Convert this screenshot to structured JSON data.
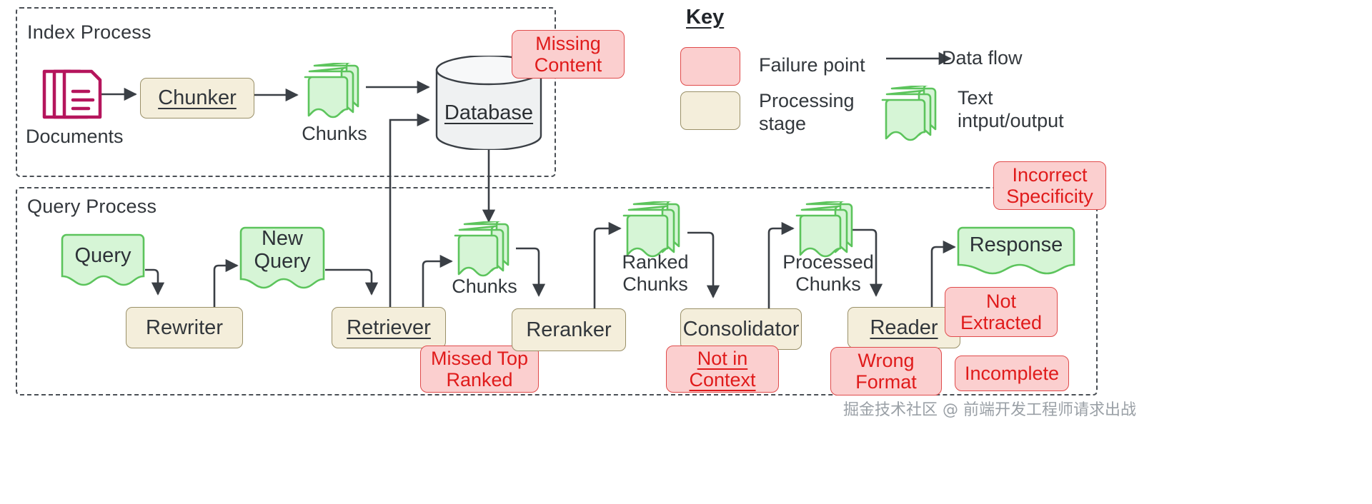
{
  "diagram": {
    "title_hidden": "",
    "groups": [
      {
        "id": "index",
        "label": "Index Process"
      },
      {
        "id": "query",
        "label": "Query Process"
      }
    ],
    "index_process": {
      "documents_label": "Documents",
      "chunker_label": "Chunker",
      "chunks_label": "Chunks",
      "database_label": "Database",
      "missing_content_label": "Missing\nContent"
    },
    "query_process": {
      "query_label": "Query",
      "rewriter_label": "Rewriter",
      "new_query_label": "New\nQuery",
      "retriever_label": "Retriever",
      "chunks_label": "Chunks",
      "reranker_label": "Reranker",
      "ranked_chunks_label": "Ranked\nChunks",
      "consolidator_label": "Consolidator",
      "processed_chunks_label": "Processed\nChunks",
      "reader_label": "Reader",
      "response_label": "Response"
    },
    "failure_points": [
      {
        "id": "missing-content",
        "label": "Missing\nContent"
      },
      {
        "id": "missed-top-ranked",
        "label": "Missed Top\nRanked"
      },
      {
        "id": "not-in-context",
        "label": "Not in\nContext"
      },
      {
        "id": "incorrect-specificity",
        "label": "Incorrect\nSpecificity"
      },
      {
        "id": "not-extracted",
        "label": "Not\nExtracted"
      },
      {
        "id": "wrong-format",
        "label": "Wrong\nFormat"
      },
      {
        "id": "incomplete",
        "label": "Incomplete"
      }
    ],
    "key": {
      "title": "Key",
      "items": [
        {
          "id": "failure-point",
          "label": "Failure point",
          "swatch": "red-rounded-rect"
        },
        {
          "id": "processing-stage",
          "label": "Processing\nstage",
          "swatch": "beige-rounded-rect"
        },
        {
          "id": "data-flow",
          "label": "Data flow",
          "swatch": "arrow"
        },
        {
          "id": "text-io",
          "label": "Text\nintput/output",
          "swatch": "green-doc-stack"
        }
      ]
    },
    "watermark": "掘金技术社区 @ 前端开发工程师请求出战",
    "colors": {
      "failure_fill": "#fbcfcf",
      "failure_stroke": "#e04b4b",
      "failure_text": "#e01b1b",
      "stage_fill": "#f4eedb",
      "stage_stroke": "#9a9068",
      "doc_fill": "#d6f5d6",
      "doc_stroke": "#5cc45c",
      "documents_stroke": "#b5155c",
      "database_fill": "#eff1f2",
      "line": "#3a3f45",
      "text": "#2b2f33"
    }
  }
}
